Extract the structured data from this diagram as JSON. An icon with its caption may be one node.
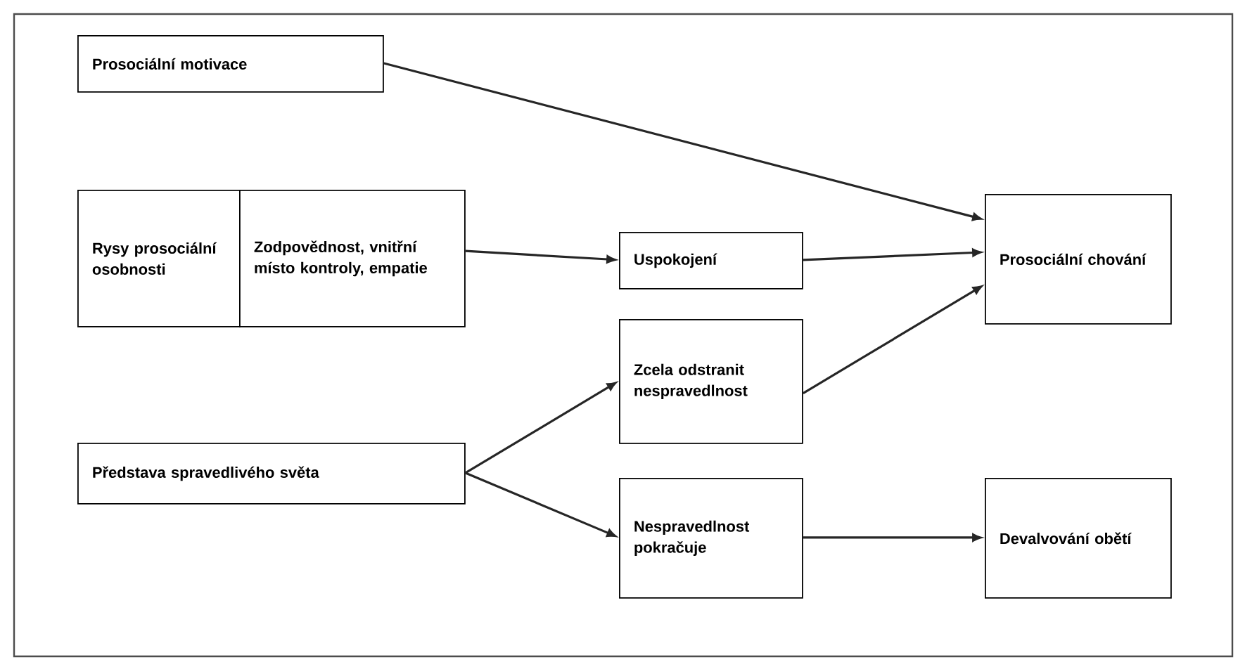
{
  "diagram": {
    "nodes": [
      {
        "text": [
          "Prosociální motivace"
        ]
      },
      {
        "text": [
          "Rysy prosociální osobnosti"
        ]
      },
      {
        "text": [
          "Zodpovědnost, vnitřní místo kontroly, empatie"
        ]
      },
      {
        "text": [
          "Uspokojení"
        ]
      },
      {
        "text": [
          "Zcela odstranit nespravedlnost"
        ]
      },
      {
        "text": [
          "Představa spravedlivého světa"
        ]
      },
      {
        "text": [
          "Nespravedlnost pokračuje"
        ]
      },
      {
        "text": [
          "Prosociální chování"
        ]
      },
      {
        "text": [
          "Devalvování obětí"
        ]
      }
    ],
    "edges": [
      {
        "from": 0,
        "to": 7,
        "arrow": "to"
      },
      {
        "from": 2,
        "to": 3,
        "arrow": "to"
      },
      {
        "from": 3,
        "to": 7,
        "arrow": "to"
      },
      {
        "from": 4,
        "to": 7,
        "arrow": "to"
      },
      {
        "from": 5,
        "to": 4,
        "arrow": "to"
      },
      {
        "from": 5,
        "to": 6,
        "arrow": "to"
      },
      {
        "from": 6,
        "to": 8,
        "arrow": "to"
      }
    ]
  }
}
